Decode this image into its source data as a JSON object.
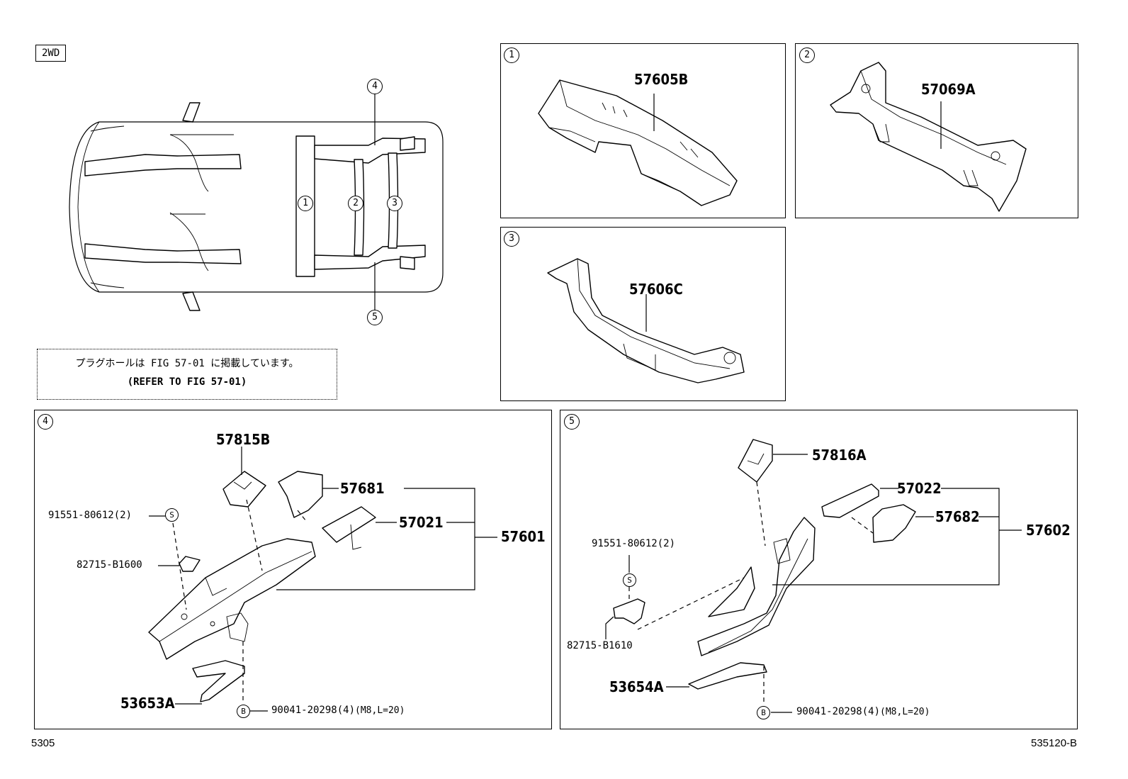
{
  "top_view": {
    "drive_tag": "2WD",
    "callouts": [
      "1",
      "2",
      "3",
      "4",
      "5"
    ]
  },
  "note": {
    "line1": "プラグホールは FIG 57-01 に掲載しています。",
    "line2": "(REFER TO FIG 57-01)"
  },
  "panel1": {
    "number": "1",
    "part": "57605B"
  },
  "panel2": {
    "number": "2",
    "part": "57069A"
  },
  "panel3": {
    "number": "3",
    "part": "57606C"
  },
  "panel4": {
    "number": "4",
    "parts": {
      "p57815B": "57815B",
      "p57681": "57681",
      "p57021": "57021",
      "p57601": "57601",
      "bolt": "91551-80612(2)",
      "bolt_mark": "S",
      "clip": "82715-B1600",
      "brace": "53653A",
      "screw": "90041-20298(4)",
      "screw_spec": "(M8,L=20)",
      "screw_mark": "B"
    }
  },
  "panel5": {
    "number": "5",
    "parts": {
      "p57816A": "57816A",
      "p57022": "57022",
      "p57682": "57682",
      "p57602": "57602",
      "bolt": "91551-80612(2)",
      "bolt_mark": "S",
      "clip": "82715-B1610",
      "brace": "53654A",
      "screw": "90041-20298(4)",
      "screw_spec": "(M8,L=20)",
      "screw_mark": "B"
    }
  },
  "footer": {
    "left": "5305",
    "right": "535120-B"
  }
}
